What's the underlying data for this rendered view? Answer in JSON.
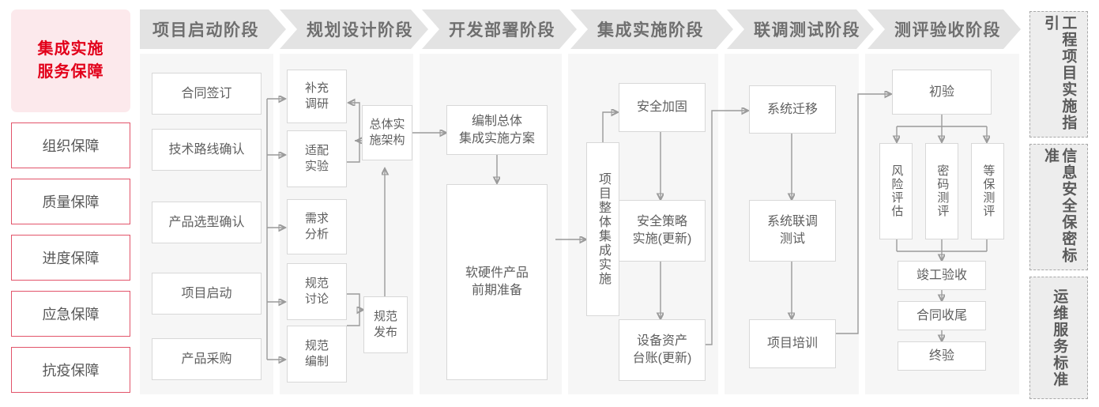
{
  "left_panel": {
    "title": "集成实施\n服务保障",
    "title_lines": [
      "集成实施",
      "服务保障"
    ],
    "accent_color": "#e2001a",
    "accent_bg": "#fce9ec",
    "items": [
      {
        "label": "组织保障"
      },
      {
        "label": "质量保障"
      },
      {
        "label": "进度保障"
      },
      {
        "label": "应急保障"
      },
      {
        "label": "抗疫保障"
      }
    ]
  },
  "phases": [
    {
      "header": "项目启动阶段",
      "nodes": [
        {
          "label": "合同签订"
        },
        {
          "label": "技术路线确认"
        },
        {
          "label": "产品选型确认"
        },
        {
          "label": "项目启动"
        },
        {
          "label": "产品采购"
        }
      ]
    },
    {
      "header": "规划设计阶段",
      "nodes": [
        {
          "label": "补充\n调研"
        },
        {
          "label": "适配\n实验"
        },
        {
          "label": "需求\n分析"
        },
        {
          "label": "规范\n讨论"
        },
        {
          "label": "规范\n编制"
        },
        {
          "label": "总体实\n施架构"
        },
        {
          "label": "规范\n发布"
        }
      ]
    },
    {
      "header": "开发部署阶段",
      "nodes": [
        {
          "label": "编制总体\n集成实施方案"
        },
        {
          "label": "软硬件产品\n前期准备"
        }
      ]
    },
    {
      "header": "集成实施阶段",
      "nodes": [
        {
          "label": "项目整体集成实施"
        },
        {
          "label": "安全加固"
        },
        {
          "label": "安全策略\n实施(更新)"
        },
        {
          "label": "设备资产\n台账(更新)"
        }
      ]
    },
    {
      "header": "联调测试阶段",
      "nodes": [
        {
          "label": "系统迁移"
        },
        {
          "label": "系统联调\n测试"
        },
        {
          "label": "项目培训"
        }
      ]
    },
    {
      "header": "测评验收阶段",
      "nodes": [
        {
          "label": "初验"
        },
        {
          "label": "风险评估"
        },
        {
          "label": "密码测评"
        },
        {
          "label": "等保测评"
        },
        {
          "label": "竣工验收"
        },
        {
          "label": "合同收尾"
        },
        {
          "label": "终验"
        }
      ]
    }
  ],
  "standards_rail": [
    {
      "label": "工程项目实施指引"
    },
    {
      "label": "信息安全保密标准"
    },
    {
      "label": "运维服务标准"
    }
  ],
  "colors": {
    "panel_bg": "#f6f6f6",
    "header_bg": "#e3e3e3",
    "node_border": "#d8d8d8",
    "connector": "#9a9a9a",
    "rail_bg": "#ededed"
  }
}
